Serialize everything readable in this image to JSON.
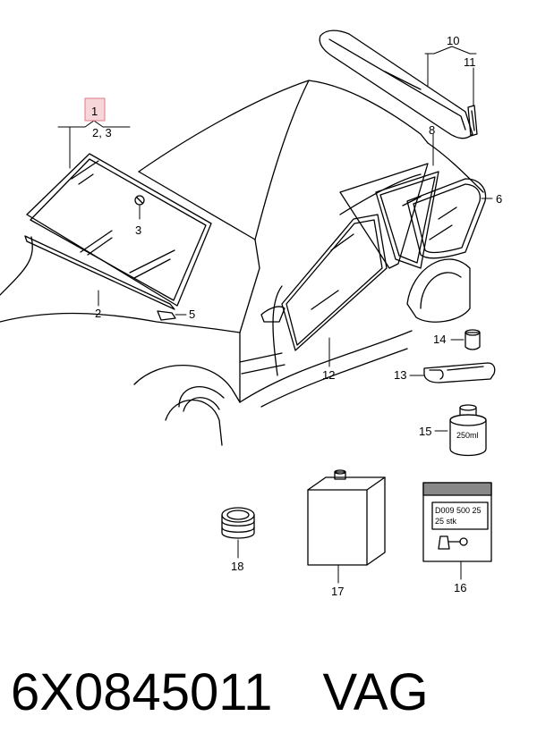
{
  "callouts": {
    "c1": "1",
    "c2_3": "2, 3",
    "c3": "3",
    "c2": "2",
    "c5": "5",
    "c10": "10",
    "c11": "11",
    "c8": "8",
    "c6": "6",
    "c12": "12",
    "c14": "14",
    "c13": "13",
    "c15": "15",
    "c18": "18",
    "c17": "17",
    "c16": "16"
  },
  "can_label": "250ml",
  "package_label": {
    "line1": "D009 500 25",
    "line2": "25 stk"
  },
  "footer": {
    "part_number": "6X0845011",
    "brand": "VAG"
  },
  "colors": {
    "highlight_fill": "#f7d6d9",
    "highlight_border": "#e07a87",
    "line": "#000000"
  }
}
